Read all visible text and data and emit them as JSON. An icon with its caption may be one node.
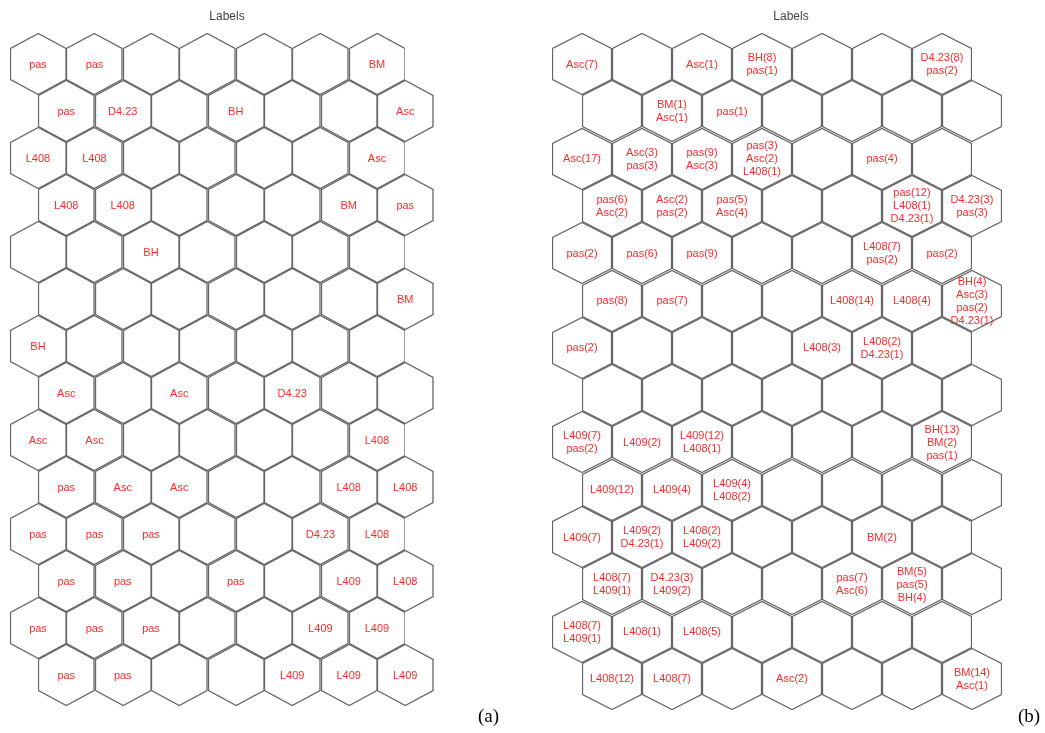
{
  "diagram": {
    "nodes": [
      {
        "text": [
          "pas"
        ]
      },
      {
        "text": [
          "pas"
        ]
      },
      {
        "text": [],
        "shape": "hexagon"
      },
      {
        "text": [],
        "shape": "hexagon"
      },
      {
        "text": [],
        "shape": "hexagon"
      },
      {
        "text": [],
        "shape": "hexagon"
      },
      {
        "text": [
          "BM"
        ]
      },
      {
        "text": [
          "pas"
        ]
      },
      {
        "text": [
          "D4.23"
        ]
      },
      {
        "text": [],
        "shape": "hexagon"
      },
      {
        "text": [
          "BH"
        ]
      },
      {
        "text": [],
        "shape": "hexagon"
      },
      {
        "text": [],
        "shape": "hexagon"
      },
      {
        "text": [
          "Asc"
        ]
      },
      {
        "text": [
          "L408"
        ]
      },
      {
        "text": [
          "L408"
        ]
      },
      {
        "text": [],
        "shape": "hexagon"
      },
      {
        "text": [],
        "shape": "hexagon"
      },
      {
        "text": [],
        "shape": "hexagon"
      },
      {
        "text": [],
        "shape": "hexagon"
      },
      {
        "text": [
          "Asc"
        ]
      },
      {
        "text": [
          "L408"
        ]
      },
      {
        "text": [
          "L408"
        ]
      },
      {
        "text": [],
        "shape": "hexagon"
      },
      {
        "text": [],
        "shape": "hexagon"
      },
      {
        "text": [],
        "shape": "hexagon"
      },
      {
        "text": [
          "BM"
        ]
      },
      {
        "text": [
          "pas"
        ]
      },
      {
        "text": [],
        "shape": "hexagon"
      },
      {
        "text": [],
        "shape": "hexagon"
      },
      {
        "text": [
          "BH"
        ]
      },
      {
        "text": [],
        "shape": "hexagon"
      },
      {
        "text": [],
        "shape": "hexagon"
      },
      {
        "text": [],
        "shape": "hexagon"
      },
      {
        "text": [],
        "shape": "hexagon"
      },
      {
        "text": [],
        "shape": "hexagon"
      },
      {
        "text": [],
        "shape": "hexagon"
      },
      {
        "text": [],
        "shape": "hexagon"
      },
      {
        "text": [],
        "shape": "hexagon"
      },
      {
        "text": [],
        "shape": "hexagon"
      },
      {
        "text": [],
        "shape": "hexagon"
      },
      {
        "text": [
          "BM"
        ]
      },
      {
        "text": [
          "BH"
        ]
      },
      {
        "text": [],
        "shape": "hexagon"
      },
      {
        "text": [],
        "shape": "hexagon"
      },
      {
        "text": [],
        "shape": "hexagon"
      },
      {
        "text": [],
        "shape": "hexagon"
      },
      {
        "text": [],
        "shape": "hexagon"
      },
      {
        "text": [],
        "shape": "hexagon"
      },
      {
        "text": [
          "Asc"
        ]
      },
      {
        "text": [],
        "shape": "hexagon"
      },
      {
        "text": [
          "Asc"
        ]
      },
      {
        "text": [],
        "shape": "hexagon"
      },
      {
        "text": [
          "D4.23"
        ]
      },
      {
        "text": [],
        "shape": "hexagon"
      },
      {
        "text": [],
        "shape": "hexagon"
      },
      {
        "text": [
          "Asc"
        ]
      },
      {
        "text": [
          "Asc"
        ]
      },
      {
        "text": [],
        "shape": "hexagon"
      },
      {
        "text": [],
        "shape": "hexagon"
      },
      {
        "text": [],
        "shape": "hexagon"
      },
      {
        "text": [],
        "shape": "hexagon"
      },
      {
        "text": [
          "L408"
        ]
      },
      {
        "text": [
          "pas"
        ]
      },
      {
        "text": [
          "Asc"
        ]
      },
      {
        "text": [
          "Asc"
        ]
      },
      {
        "text": [],
        "shape": "hexagon"
      },
      {
        "text": [],
        "shape": "hexagon"
      },
      {
        "text": [
          "L408"
        ]
      },
      {
        "text": [
          "L408"
        ]
      },
      {
        "text": [
          "pas"
        ]
      },
      {
        "text": [
          "pas"
        ]
      },
      {
        "text": [
          "pas"
        ]
      },
      {
        "text": [],
        "shape": "hexagon"
      },
      {
        "text": [],
        "shape": "hexagon"
      },
      {
        "text": [
          "D4.23"
        ]
      },
      {
        "text": [
          "L408"
        ]
      },
      {
        "text": [
          "pas"
        ]
      },
      {
        "text": [
          "pas"
        ]
      },
      {
        "text": [],
        "shape": "hexagon"
      },
      {
        "text": [
          "pas"
        ]
      },
      {
        "text": [],
        "shape": "hexagon"
      },
      {
        "text": [
          "L409"
        ]
      },
      {
        "text": [
          "L408"
        ]
      },
      {
        "text": [
          "pas"
        ]
      },
      {
        "text": [
          "pas"
        ]
      },
      {
        "text": [
          "pas"
        ]
      },
      {
        "text": [],
        "shape": "hexagon"
      },
      {
        "text": [],
        "shape": "hexagon"
      },
      {
        "text": [
          "L409"
        ]
      },
      {
        "text": [
          "L409"
        ]
      },
      {
        "text": [
          "pas"
        ]
      },
      {
        "text": [
          "pas"
        ]
      },
      {
        "text": [],
        "shape": "hexagon"
      },
      {
        "text": [],
        "shape": "hexagon"
      },
      {
        "text": [
          "L409"
        ]
      },
      {
        "text": [
          "L409"
        ]
      },
      {
        "text": [
          "L409"
        ]
      },
      {
        "text": [
          "Asc(7)"
        ]
      },
      {
        "text": [],
        "shape": "hexagon"
      },
      {
        "text": [
          "Asc(1)"
        ]
      },
      {
        "text": [
          "BH(8)",
          "pas(1)"
        ]
      },
      {
        "text": [],
        "shape": "hexagon"
      },
      {
        "text": [],
        "shape": "hexagon"
      },
      {
        "text": [
          "D4.23(8)",
          "pas(2)"
        ]
      },
      {
        "text": [],
        "shape": "hexagon"
      },
      {
        "text": [
          "BM(1)",
          "Asc(1)"
        ]
      },
      {
        "text": [
          "pas(1)"
        ]
      },
      {
        "text": [],
        "shape": "hexagon"
      },
      {
        "text": [],
        "shape": "hexagon"
      },
      {
        "text": [],
        "shape": "hexagon"
      },
      {
        "text": [],
        "shape": "hexagon"
      },
      {
        "text": [
          "Asc(17)"
        ]
      },
      {
        "text": [
          "Asc(3)",
          "pas(3)"
        ]
      },
      {
        "text": [
          "pas(9)",
          "Asc(3)"
        ]
      },
      {
        "text": [
          "pas(3)",
          "Asc(2)",
          "L408(1)"
        ]
      },
      {
        "text": [],
        "shape": "hexagon"
      },
      {
        "text": [
          "pas(4)"
        ]
      },
      {
        "text": [],
        "shape": "hexagon"
      },
      {
        "text": [
          "pas(6)",
          "Asc(2)"
        ]
      },
      {
        "text": [
          "Asc(2)",
          "pas(2)"
        ]
      },
      {
        "text": [
          "pas(5)",
          "Asc(4)"
        ]
      },
      {
        "text": [],
        "shape": "hexagon"
      },
      {
        "text": [],
        "shape": "hexagon"
      },
      {
        "text": [
          "pas(12)",
          "L408(1)",
          "D4.23(1)"
        ]
      },
      {
        "text": [
          "D4.23(3)",
          "pas(3)"
        ]
      },
      {
        "text": [
          "pas(2)"
        ]
      },
      {
        "text": [
          "pas(6)"
        ]
      },
      {
        "text": [
          "pas(9)"
        ]
      },
      {
        "text": [],
        "shape": "hexagon"
      },
      {
        "text": [],
        "shape": "hexagon"
      },
      {
        "text": [
          "L408(7)",
          "pas(2)"
        ]
      },
      {
        "text": [
          "pas(2)"
        ]
      },
      {
        "text": [
          "pas(8)"
        ]
      },
      {
        "text": [
          "pas(7)"
        ]
      },
      {
        "text": [],
        "shape": "hexagon"
      },
      {
        "text": [],
        "shape": "hexagon"
      },
      {
        "text": [
          "L408(14)"
        ]
      },
      {
        "text": [
          "L408(4)"
        ]
      },
      {
        "text": [
          "BH(4)",
          "Asc(3)",
          "pas(2)",
          "D4.23(1)"
        ]
      },
      {
        "text": [
          "pas(2)"
        ]
      },
      {
        "text": [],
        "shape": "hexagon"
      },
      {
        "text": [],
        "shape": "hexagon"
      },
      {
        "text": [],
        "shape": "hexagon"
      },
      {
        "text": [
          "L408(3)"
        ]
      },
      {
        "text": [
          "L408(2)",
          "D4.23(1)"
        ]
      },
      {
        "text": [],
        "shape": "hexagon"
      },
      {
        "text": [],
        "shape": "hexagon"
      },
      {
        "text": [],
        "shape": "hexagon"
      },
      {
        "text": [],
        "shape": "hexagon"
      },
      {
        "text": [],
        "shape": "hexagon"
      },
      {
        "text": [],
        "shape": "hexagon"
      },
      {
        "text": [],
        "shape": "hexagon"
      },
      {
        "text": [],
        "shape": "hexagon"
      },
      {
        "text": [
          "L409(7)",
          "pas(2)"
        ]
      },
      {
        "text": [
          "L409(2)"
        ]
      },
      {
        "text": [
          "L409(12)",
          "L408(1)"
        ]
      },
      {
        "text": [],
        "shape": "hexagon"
      },
      {
        "text": [],
        "shape": "hexagon"
      },
      {
        "text": [],
        "shape": "hexagon"
      },
      {
        "text": [
          "BH(13)",
          "BM(2)",
          "pas(1)"
        ]
      },
      {
        "text": [
          "L409(12)"
        ]
      },
      {
        "text": [
          "L409(4)"
        ]
      },
      {
        "text": [
          "L409(4)",
          "L408(2)"
        ]
      },
      {
        "text": [],
        "shape": "hexagon"
      },
      {
        "text": [],
        "shape": "hexagon"
      },
      {
        "text": [],
        "shape": "hexagon"
      },
      {
        "text": [],
        "shape": "hexagon"
      },
      {
        "text": [
          "L409(7)"
        ]
      },
      {
        "text": [
          "L409(2)",
          "D4.23(1)"
        ]
      },
      {
        "text": [
          "L408(2)",
          "L409(2)"
        ]
      },
      {
        "text": [],
        "shape": "hexagon"
      },
      {
        "text": [],
        "shape": "hexagon"
      },
      {
        "text": [
          "BM(2)"
        ]
      },
      {
        "text": [],
        "shape": "hexagon"
      },
      {
        "text": [
          "L408(7)",
          "L409(1)"
        ]
      },
      {
        "text": [
          "D4.23(3)",
          "L409(2)"
        ]
      },
      {
        "text": [],
        "shape": "hexagon"
      },
      {
        "text": [],
        "shape": "hexagon"
      },
      {
        "text": [
          "pas(7)",
          "Asc(6)"
        ]
      },
      {
        "text": [
          "BM(5)",
          "pas(5)",
          "BH(4)"
        ]
      },
      {
        "text": [],
        "shape": "hexagon"
      },
      {
        "text": [
          "L408(7)",
          "L409(1)"
        ]
      },
      {
        "text": [
          "L408(1)"
        ]
      },
      {
        "text": [
          "L408(5)"
        ]
      },
      {
        "text": [],
        "shape": "hexagon"
      },
      {
        "text": [],
        "shape": "hexagon"
      },
      {
        "text": [],
        "shape": "hexagon"
      },
      {
        "text": [],
        "shape": "hexagon"
      },
      {
        "text": [
          "L408(12)"
        ]
      },
      {
        "text": [
          "L408(7)"
        ]
      },
      {
        "text": [],
        "shape": "hexagon"
      },
      {
        "text": [
          "Asc(2)"
        ]
      },
      {
        "text": [],
        "shape": "hexagon"
      },
      {
        "text": [],
        "shape": "hexagon"
      },
      {
        "text": [
          "BM(14)",
          "Asc(1)"
        ]
      }
    ],
    "labels": [
      "Labels",
      "Labels",
      "(a)",
      "(b)"
    ]
  }
}
